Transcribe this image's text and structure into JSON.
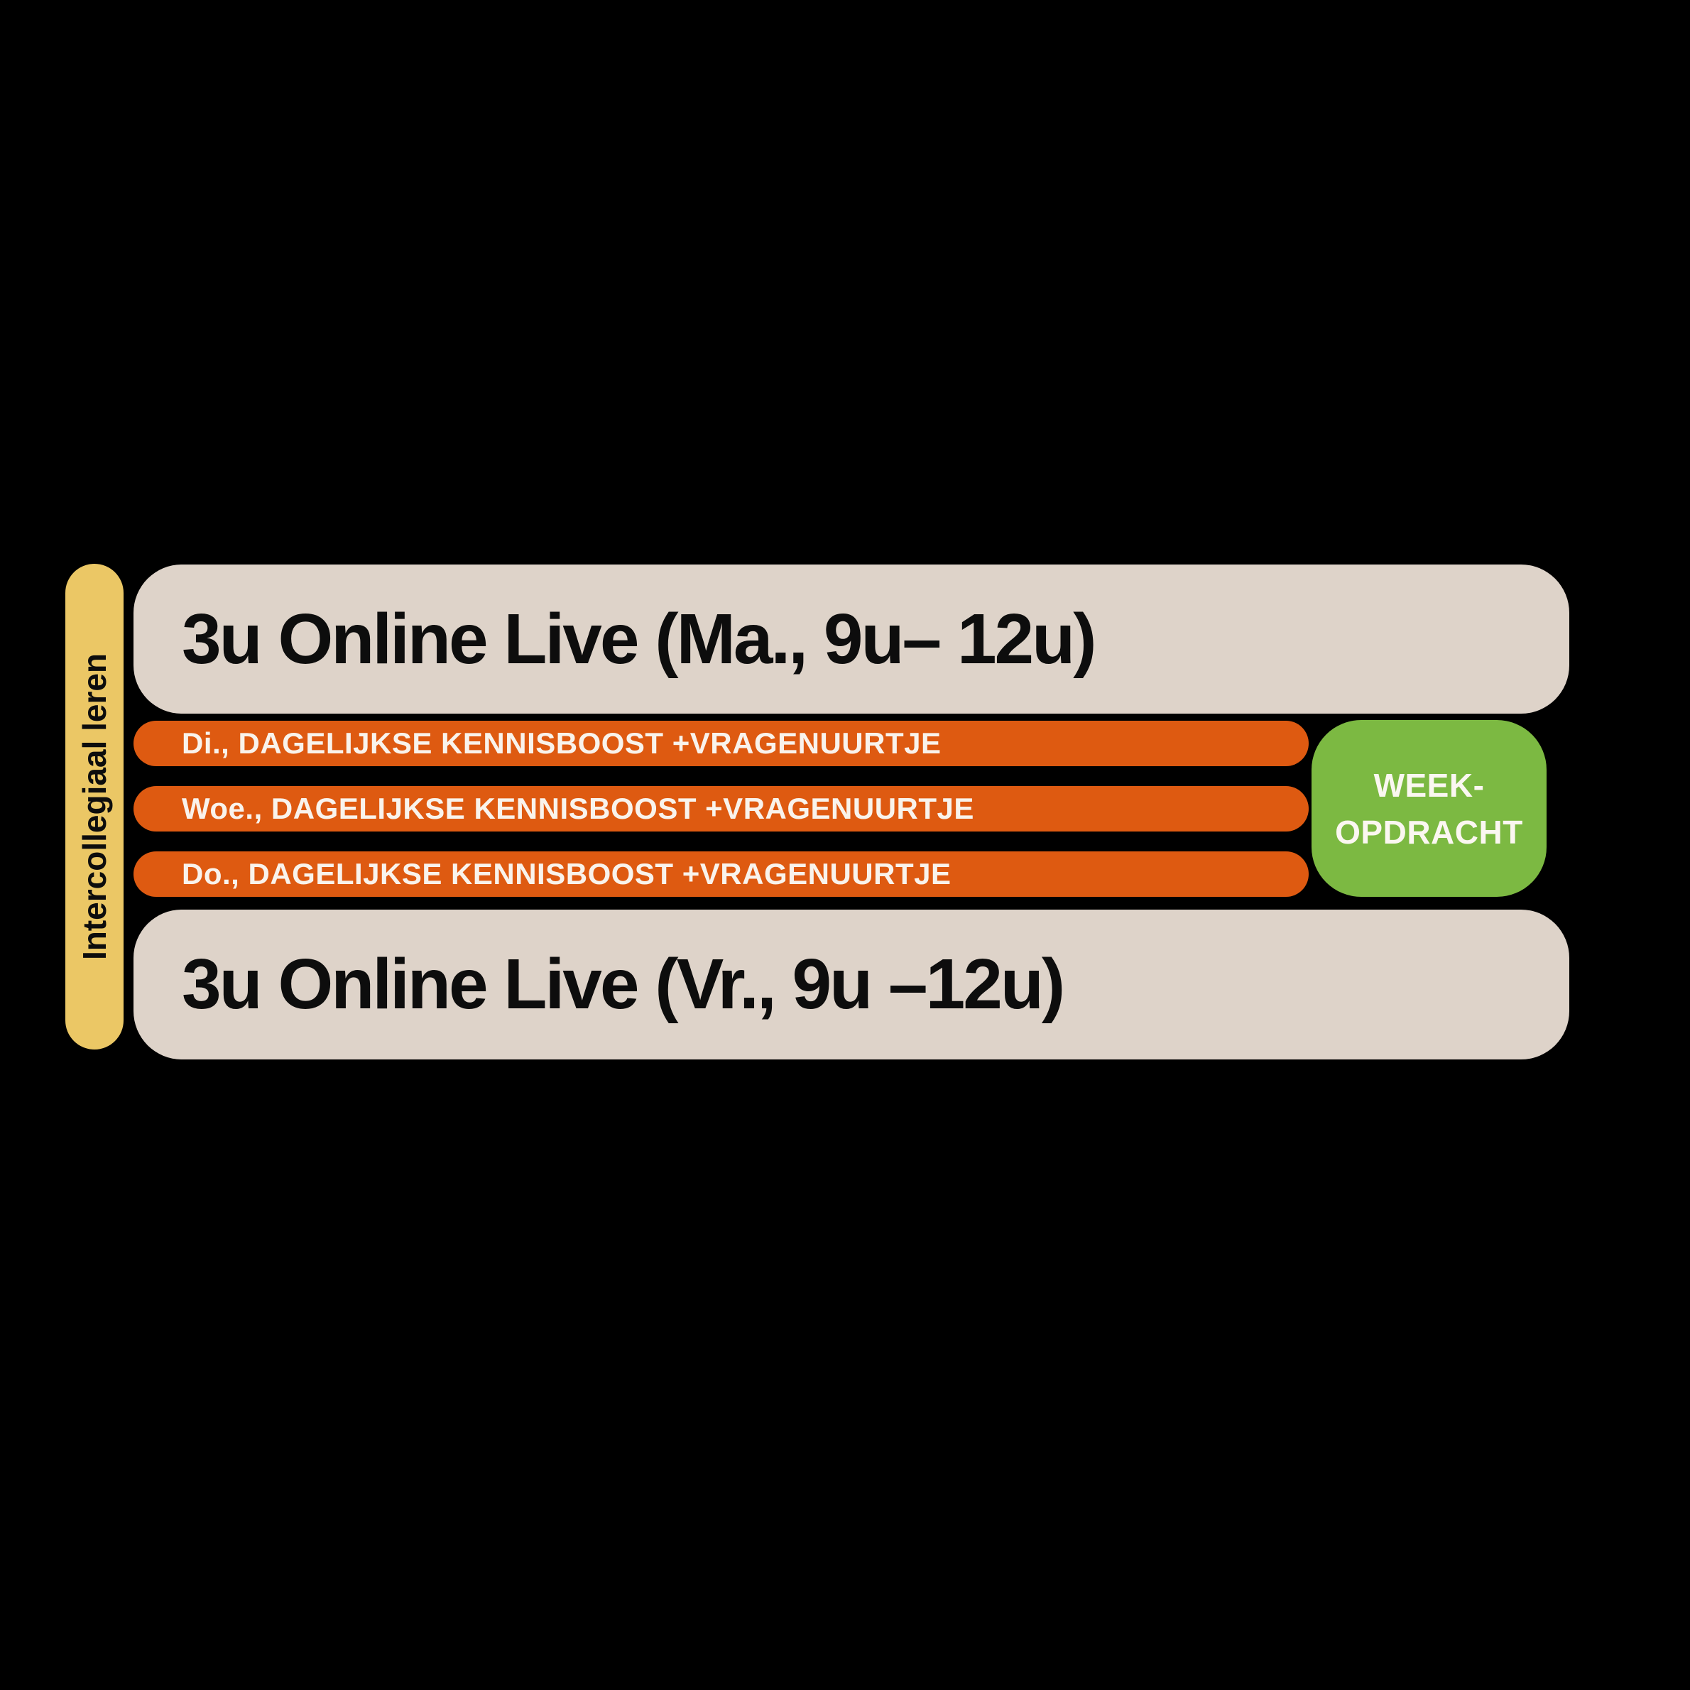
{
  "diagram": {
    "title_context": "weekly course schedule",
    "sidebar": {
      "label": "Intercollegiaal leren",
      "color": "#EBC765"
    },
    "sessions": {
      "monday": {
        "label": "3u Online Live (Ma., 9u– 12u)",
        "color": "#DED3C9"
      },
      "friday": {
        "label": "3u Online Live (Vr., 9u –12u)",
        "color": "#DED3C9"
      }
    },
    "daily_sessions": [
      {
        "label": "Di., DAGELIJKSE KENNISBOOST +VRAGENUURTJE",
        "color": "#DE5A11"
      },
      {
        "label": "Woe., DAGELIJKSE KENNISBOOST +VRAGENUURTJE",
        "color": "#DE5A11"
      },
      {
        "label": "Do., DAGELIJKSE KENNISBOOST +VRAGENUURTJE",
        "color": "#DE5A11"
      }
    ],
    "week_assignment": {
      "line1": "WEEK-",
      "line2": "OPDRACHT",
      "color": "#7CB942"
    },
    "colors": {
      "background": "#000000",
      "beige": "#DED3C9",
      "orange": "#DE5A11",
      "green": "#7CB942",
      "yellow": "#EBC765",
      "text_dark": "#0D0D0D",
      "text_light": "#F9F3EC"
    }
  }
}
